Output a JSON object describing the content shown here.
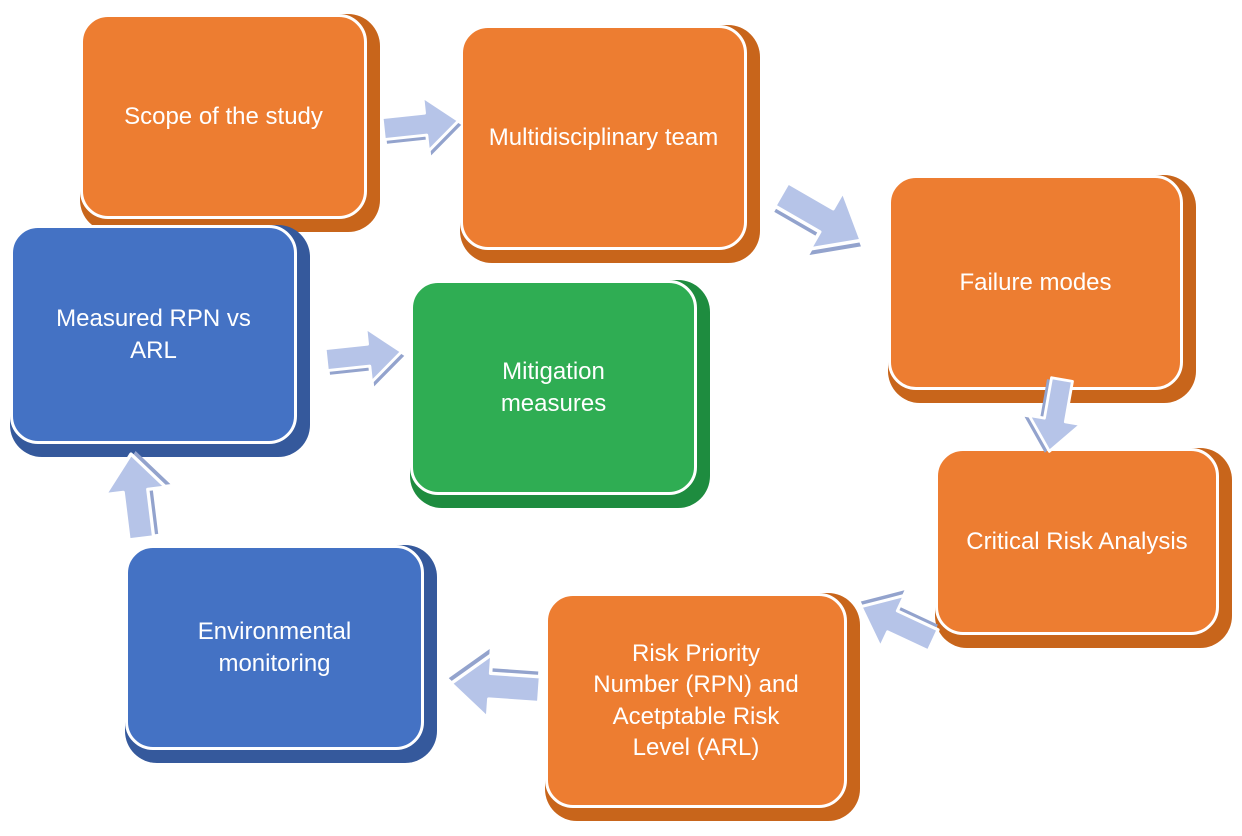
{
  "diagram": {
    "nodes": [
      {
        "label": "Scope of the study",
        "fill": "#ED7D31",
        "edge": "#C8651B"
      },
      {
        "label": "Multidisciplinary team",
        "fill": "#ED7D31",
        "edge": "#C8651B"
      },
      {
        "label": "Failure modes",
        "fill": "#ED7D31",
        "edge": "#C8651B"
      },
      {
        "label": "Critical Risk Analysis",
        "fill": "#ED7D31",
        "edge": "#C8651B"
      },
      {
        "label": "Risk Priority Number (RPN) and Acetptable Risk Level (ARL)",
        "fill": "#ED7D31",
        "edge": "#C8651B"
      },
      {
        "label": "Environmental monitoring",
        "fill": "#4472C4",
        "edge": "#35599C"
      },
      {
        "label": "Measured RPN vs ARL",
        "fill": "#4472C4",
        "edge": "#35599C"
      },
      {
        "label": "Mitigation measures",
        "fill": "#2FAD53",
        "edge": "#1E8C3F"
      }
    ],
    "edges": [
      {
        "from": "Scope of the study",
        "to": "Multidisciplinary team"
      },
      {
        "from": "Multidisciplinary team",
        "to": "Failure modes"
      },
      {
        "from": "Failure modes",
        "to": "Critical Risk Analysis"
      },
      {
        "from": "Critical Risk Analysis",
        "to": "Risk Priority Number (RPN) and Acetptable Risk Level (ARL)"
      },
      {
        "from": "Risk Priority Number (RPN) and Acetptable Risk Level (ARL)",
        "to": "Environmental monitoring"
      },
      {
        "from": "Environmental monitoring",
        "to": "Measured RPN vs ARL"
      },
      {
        "from": "Measured RPN vs ARL",
        "to": "Mitigation measures"
      }
    ],
    "arrow_style": {
      "fill": "#B6C4E8",
      "outline": "#FFFFFF",
      "shadow": "#93A3CD"
    }
  }
}
